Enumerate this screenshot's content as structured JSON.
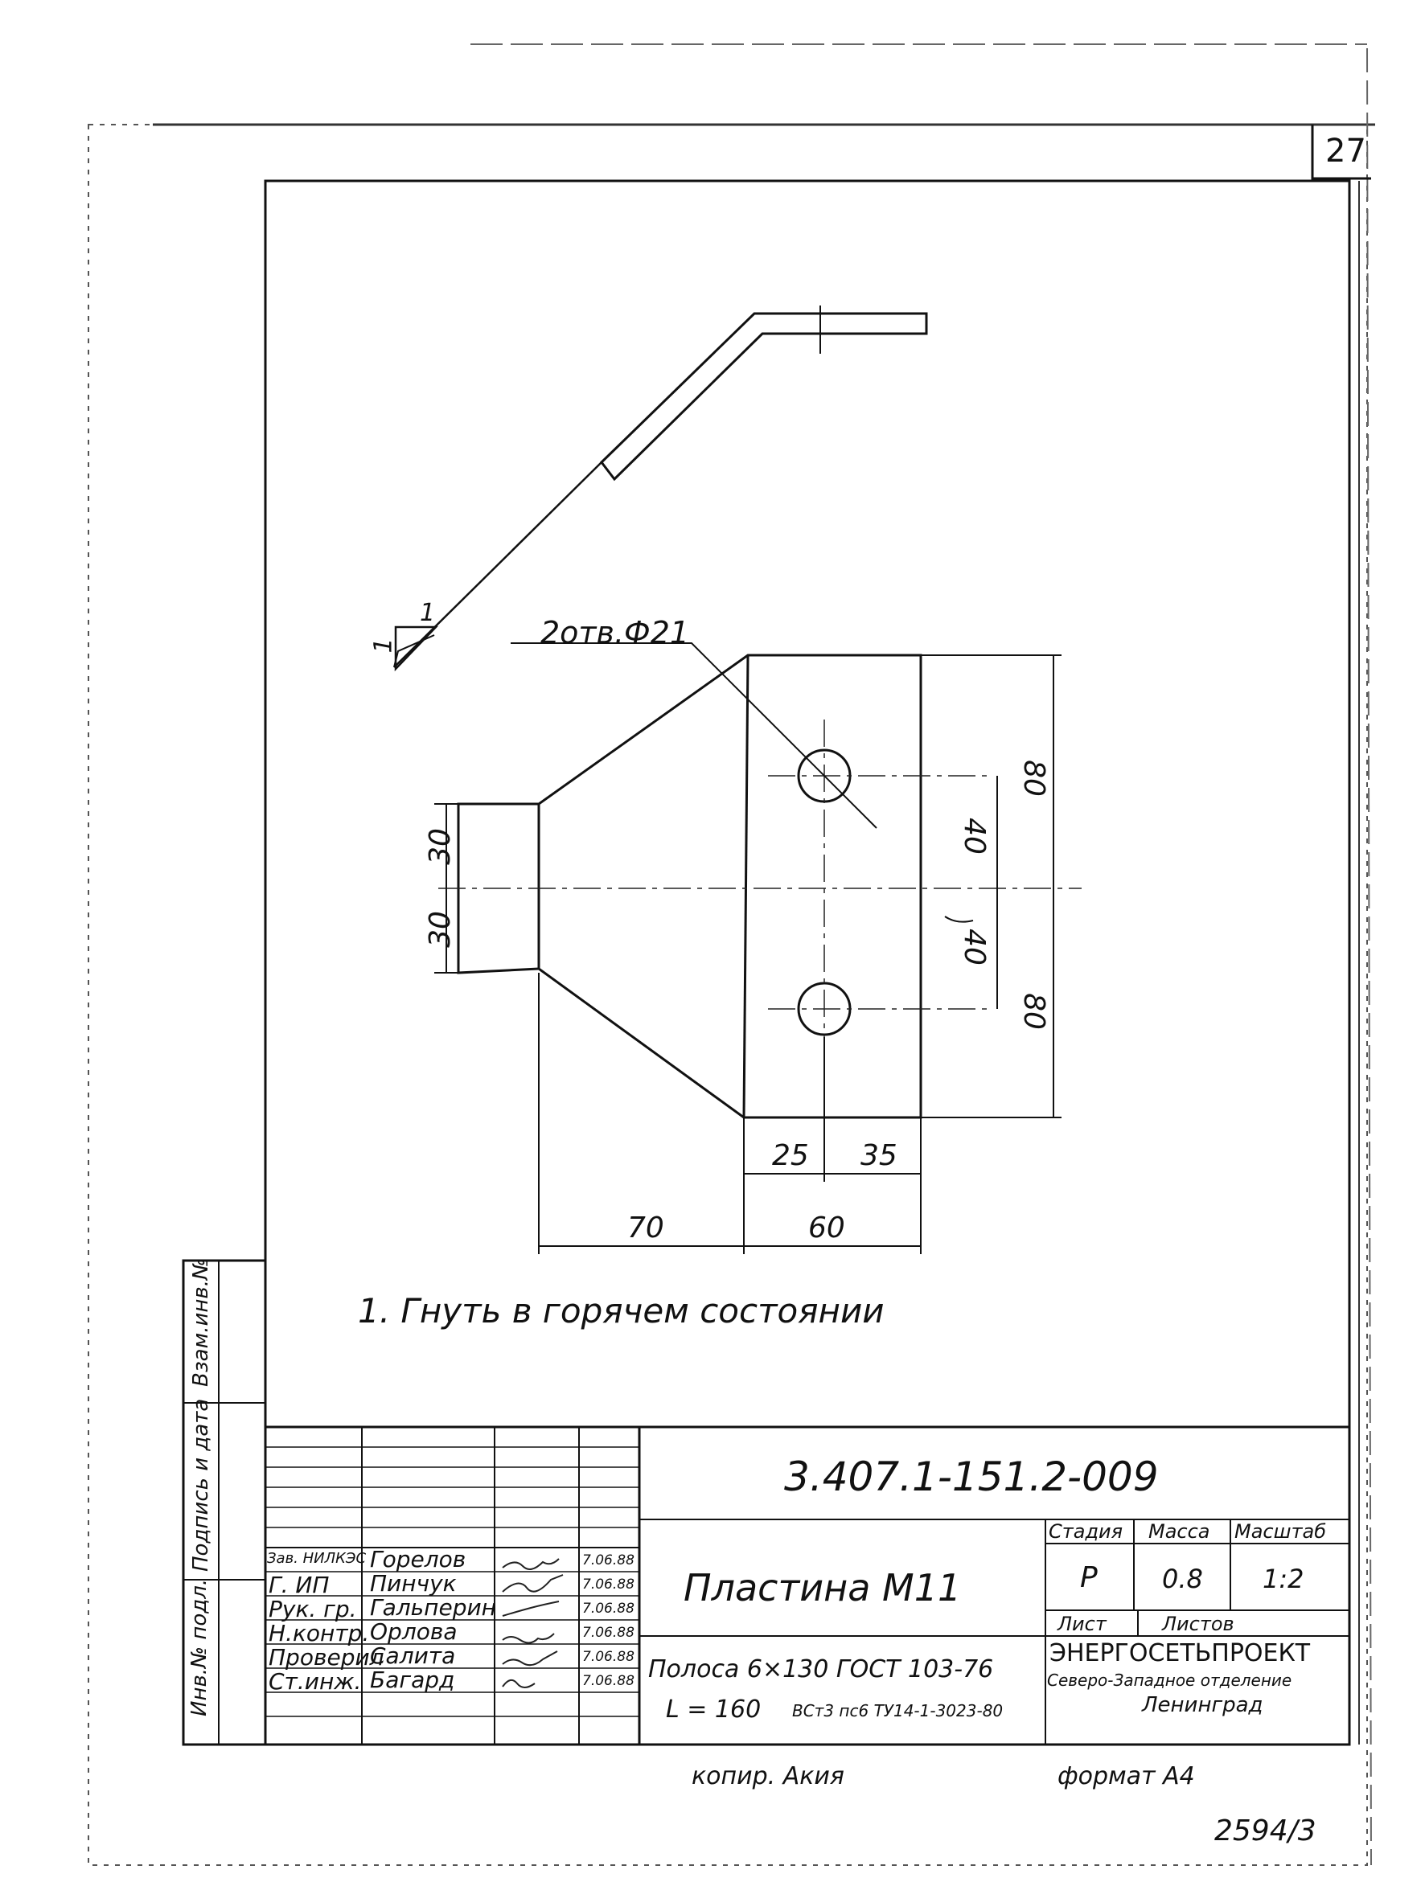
{
  "sheet_number": "27",
  "drawing": {
    "hole_callout": "2отв.Ф21",
    "weld_symbol_leg1": "1",
    "weld_symbol_leg2": "1",
    "dimensions": {
      "d30_top": "30",
      "d30_bottom": "30",
      "d80_top": "80",
      "d80_bottom": "80",
      "d40_top": "40",
      "d40_bottom": "40",
      "d25": "25",
      "d35": "35",
      "d70": "70",
      "d60": "60"
    },
    "note": "1. Гнуть в горячем состоянии"
  },
  "side_stamp": {
    "inv_podl": "Инв.№ подл.",
    "podpis_data": "Подпись и дата",
    "vzam_inv": "Взам.инв.№"
  },
  "title_block": {
    "doc_code": "3.407.1-151.2-009",
    "part_name": "Пластина М11",
    "material_line1": "Полоса  6×130 ГОСТ 103-76",
    "material_line2_a": "L = 160",
    "material_line2_b": "ВСт3 пс6 ТУ14-1-3023-80",
    "stage_header": "Стадия",
    "mass_header": "Масса",
    "scale_header": "Масштаб",
    "stage_value": "Р",
    "mass_value": "0.8",
    "scale_value": "1:2",
    "sheet_label": "Лист",
    "sheets_label": "Листов",
    "org_line1": "ЭНЕРГОСЕТЬПРОЕКТ",
    "org_line2": "Северо-Западное отделение",
    "org_line3": "Ленинград",
    "signers": [
      {
        "role": "Зав. НИЛКЭС",
        "name": "Горелов",
        "date": "7.06.88"
      },
      {
        "role": "Г. ИП",
        "name": "Пинчук",
        "date": "7.06.88"
      },
      {
        "role": "Рук. гр.",
        "name": "Гальперин",
        "date": "7.06.88"
      },
      {
        "role": "Н.контр.",
        "name": "Орлова",
        "date": "7.06.88"
      },
      {
        "role": "Проверил",
        "name": "Салита",
        "date": "7.06.88"
      },
      {
        "role": "Ст.инж.",
        "name": "Багард",
        "date": "7.06.88"
      }
    ]
  },
  "footer": {
    "copied": "копир. Акия",
    "format": "формат А4",
    "archive": "2594/3"
  }
}
